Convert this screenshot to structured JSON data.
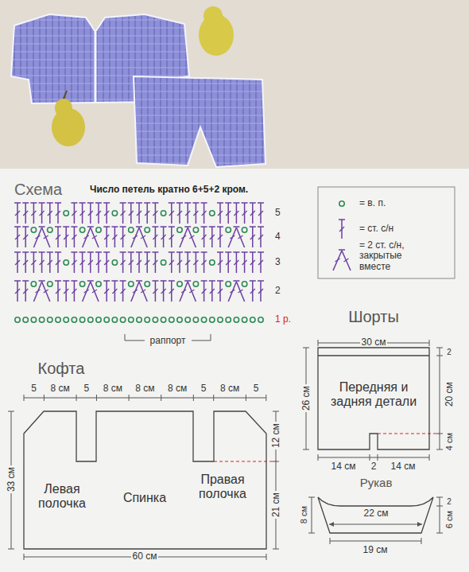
{
  "diagram": {
    "nodes": [
      {
        "text": [
          "Шорты",
          "Передняя и задняя детали"
        ]
      },
      {
        "text": [
          "Кофта",
          "Левая полочка",
          "Спинка",
          "Правая полочка"
        ]
      },
      {
        "text": [
          "Рукав",
          "22 см"
        ]
      }
    ],
    "labels": [
      "Схема",
      "Число петель кратно 6+5+2 кром.",
      "5",
      "4",
      "3",
      "2",
      "1 р.",
      "раппорт",
      "5",
      "8 см",
      "5",
      "8 см",
      "8 см",
      "8 см",
      "5",
      "8 см",
      "5",
      "33 см",
      "12 см",
      "21 см",
      "60 см",
      "30 см",
      "26 см",
      "2",
      "20 см",
      "4 см",
      "14 см",
      "2",
      "14 см",
      "8 см",
      "6 см",
      "2",
      "19 см"
    ],
    "legend": [
      {
        "text": "= в. п."
      },
      {
        "text": "= ст. с/н"
      },
      {
        "text": "= 2 ст. с/н, закрытые вместе"
      }
    ]
  }
}
